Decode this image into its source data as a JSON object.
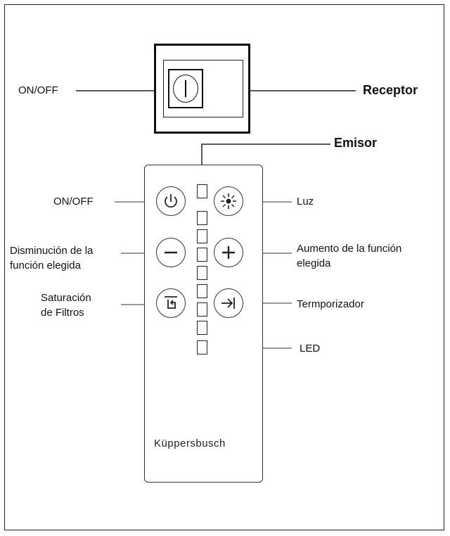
{
  "labels": {
    "receiver_onoff": "ON/OFF",
    "receptor": "Receptor",
    "emisor": "Emisor",
    "remote_onoff": "ON/OFF",
    "luz": "Luz",
    "disminucion": "Disminución de la\nfunción elegida",
    "aumento": "Aumento de la función\nelegida",
    "saturacion": "Saturación\nde Filtros",
    "temporizador": "Termporizador",
    "led": "LED"
  },
  "brand": "Küppersbusch",
  "icons": {
    "power": "power-icon",
    "light": "light-icon",
    "minus": "minus-icon",
    "plus": "plus-icon",
    "filter": "filter-saturation-icon",
    "timer": "timer-icon"
  },
  "led_count": 9
}
